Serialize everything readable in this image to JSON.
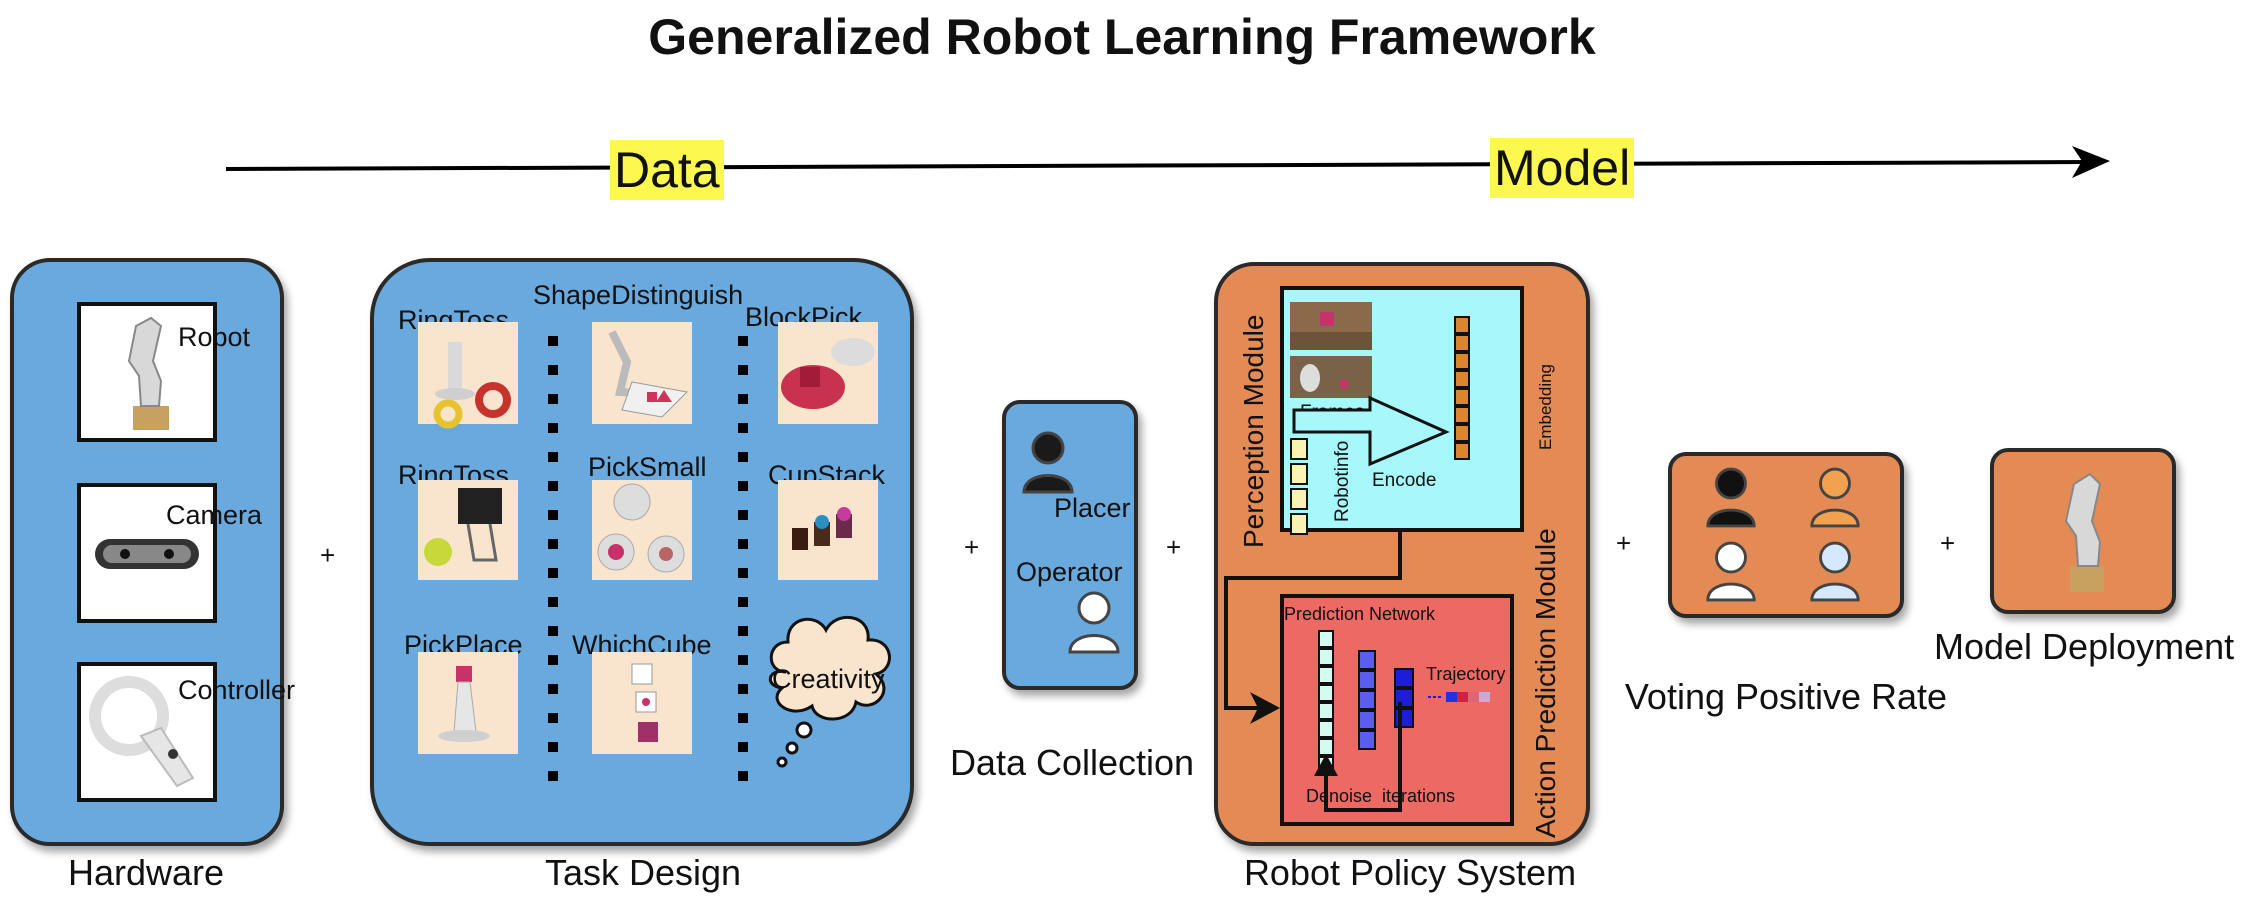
{
  "title": "Generalized Robot Learning Framework",
  "timeline": {
    "data_label": "Data",
    "model_label": "Model"
  },
  "hardware": {
    "caption": "Hardware",
    "items": [
      "Robot",
      "Camera",
      "Controller"
    ]
  },
  "task_design": {
    "caption": "Task Design",
    "tasks": [
      "RingToss",
      "ShapeDistinguish",
      "BlockPick",
      "RingToss",
      "PickSmall",
      "CupStack",
      "PickPlace",
      "WhichCube"
    ],
    "creativity": "Creativity"
  },
  "data_collection": {
    "caption": "Data Collection",
    "placer": "Placer",
    "operator": "Operator"
  },
  "policy": {
    "caption": "Robot Policy System",
    "perception_module": "Perception Module",
    "frames": "Frames",
    "robotinfo": "Robotinfo",
    "encode": "Encode",
    "embedding": "Embedding",
    "action_module": "Action Prediction Module",
    "prediction_network": "Prediction Network",
    "trajectory": "Trajectory",
    "denoise": "Denoise",
    "iterations": "iterations"
  },
  "voting": {
    "caption": "Voting Positive Rate"
  },
  "deployment": {
    "caption": "Model Deployment"
  },
  "plus": "+",
  "colors": {
    "blue_panel": "#6aa9dd",
    "orange_panel": "#e48a55",
    "highlight": "#fdf84f",
    "perception_bg": "#a6f8fb",
    "action_bg": "#ed6a64"
  }
}
